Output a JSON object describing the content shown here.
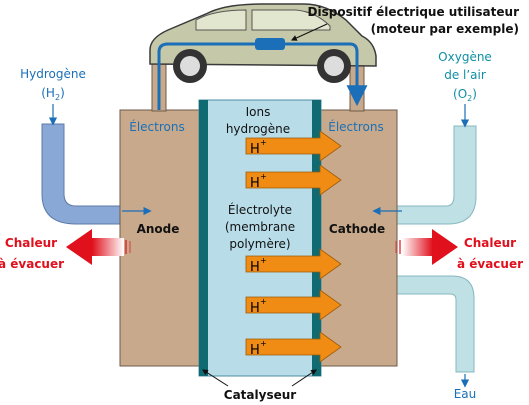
{
  "labels": {
    "device": "Dispositif électrique utilisateur",
    "device_sub": "(moteur par exemple)",
    "hydrogen": "Hydrogène",
    "h2_open": "(H",
    "h2_sub": "2",
    "h2_close": ")",
    "oxygen_1": "Oxygène",
    "oxygen_2": "de l’air",
    "o2_open": "(O",
    "o2_sub": "2",
    "o2_close": ")",
    "electrons_left": "Électrons",
    "electrons_right": "Électrons",
    "ions_1": "Ions",
    "ions_2": "hydrogène",
    "electrolyte_1": "Électrolyte",
    "electrolyte_2": "(membrane",
    "electrolyte_3": "polymère)",
    "anode": "Anode",
    "cathode": "Cathode",
    "heat_left_1": "Chaleur",
    "heat_left_2": "à évacuer",
    "heat_right_1": "Chaleur",
    "heat_right_2": "à évacuer",
    "catalyst": "Catalyseur",
    "water": "Eau",
    "ion_h": "H",
    "ion_plus": "+"
  },
  "colors": {
    "electrode": "#c9a98c",
    "membrane": "#b8dde9",
    "catalyst_layer": "#0f6a72",
    "hydrogen_pipe": "#8aa8d6",
    "oxygen_pipe": "#bfe0e4",
    "wire": "#1a6fb8",
    "ion_arrow": "#f08c14",
    "heat": "#e0101c",
    "label_blue": "#1a6fb8",
    "car": "#c6c9a9"
  }
}
